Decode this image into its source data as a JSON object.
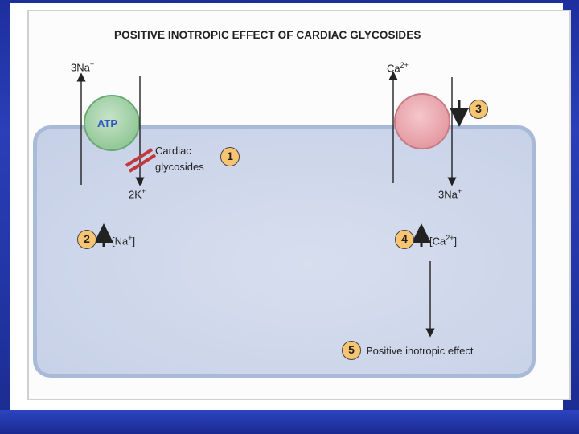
{
  "title": "POSITIVE INOTROPIC EFFECT OF CARDIAC GLYCOSIDES",
  "ions": {
    "na_out": "3Na",
    "na_out_sup": "+",
    "k_in": "2K",
    "k_in_sup": "+",
    "ca_out": "Ca",
    "ca_out_sup": "2+",
    "na_in": "3Na",
    "na_in_sup": "+"
  },
  "pump": {
    "atp_label": "ATP"
  },
  "drug": {
    "line1": "Cardiac",
    "line2": "glycosides"
  },
  "steps": [
    {
      "num": "1"
    },
    {
      "num": "2",
      "text_open": "[Na",
      "sup": "+",
      "text_close": "]"
    },
    {
      "num": "3"
    },
    {
      "num": "4",
      "text_open": "[Ca",
      "sup": "2+",
      "text_close": "]"
    },
    {
      "num": "5",
      "text": "Positive inotropic effect"
    }
  ],
  "colors": {
    "background": "#2337a8",
    "cell_border": "#a9bad8",
    "cell_fill": "#cdd6ea",
    "atp_pump": "#9ccda0",
    "ca_pump": "#e8a2aa",
    "step_badge": "#f7c572",
    "inhibitor": "#c0393f",
    "atp_text": "#2f57c3"
  }
}
